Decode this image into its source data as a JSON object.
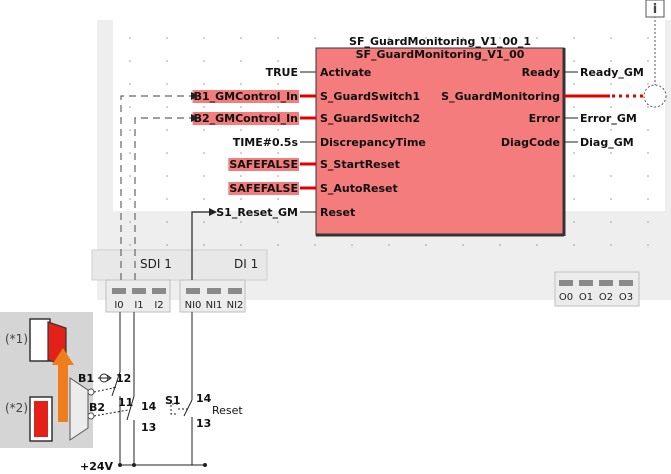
{
  "info_icon": {
    "glyph": "i"
  },
  "function_block": {
    "instance_name": "SF_GuardMonitoring_V1_00_1",
    "type_name": "SF_GuardMonitoring_V1_00",
    "inputs": [
      {
        "param": "Activate",
        "value": "TRUE",
        "highlighted": false,
        "bold_param": false
      },
      {
        "param": "S_GuardSwitch1",
        "value": "B1_GMControl_In",
        "highlighted": true,
        "bold_param": true
      },
      {
        "param": "S_GuardSwitch2",
        "value": "B2_GMControl_In",
        "highlighted": true,
        "bold_param": true
      },
      {
        "param": "DiscrepancyTime",
        "value": "TIME#0.5s",
        "highlighted": false,
        "bold_param": false
      },
      {
        "param": "S_StartReset",
        "value": "SAFEFALSE",
        "highlighted": true,
        "bold_param": true
      },
      {
        "param": "S_AutoReset",
        "value": "SAFEFALSE",
        "highlighted": true,
        "bold_param": true
      },
      {
        "param": "Reset",
        "value": "S1_Reset_GM",
        "highlighted": false,
        "bold_param": false
      }
    ],
    "outputs": [
      {
        "param": "Ready",
        "value": "Ready_GM",
        "highlighted": false
      },
      {
        "param": "S_GuardMonitoring",
        "value": "",
        "highlighted": true
      },
      {
        "param": "Error",
        "value": "Error_GM",
        "highlighted": false
      },
      {
        "param": "DiagCode",
        "value": "Diag_GM",
        "highlighted": false
      }
    ]
  },
  "modules": {
    "sdi_label": "SDI 1",
    "di_label": "DI 1",
    "sdi_channels": [
      "I0",
      "I1",
      "I2"
    ],
    "di_channels": [
      "NI0",
      "NI1",
      "NI2"
    ],
    "out_channels": [
      "O0",
      "O1",
      "O2",
      "O3"
    ]
  },
  "wiring": {
    "b1_label": "B1",
    "b2_label": "B2",
    "s1_label": "S1",
    "b1_contacts": [
      "12",
      "11"
    ],
    "b2_contacts": [
      "14",
      "13"
    ],
    "s1_contacts": [
      "14",
      "13"
    ],
    "reset_label": "Reset",
    "supply_label": "+24V"
  },
  "guard_states": [
    "(*1)",
    "(*2)"
  ],
  "colors": {
    "block_fill": "#f47c7c",
    "highlight": "#f47c7c",
    "safety_line": "#e00000",
    "arrow_orange": "#f07d1c",
    "door_red": "#e32119",
    "panel_gray": "#d5d5d5"
  }
}
